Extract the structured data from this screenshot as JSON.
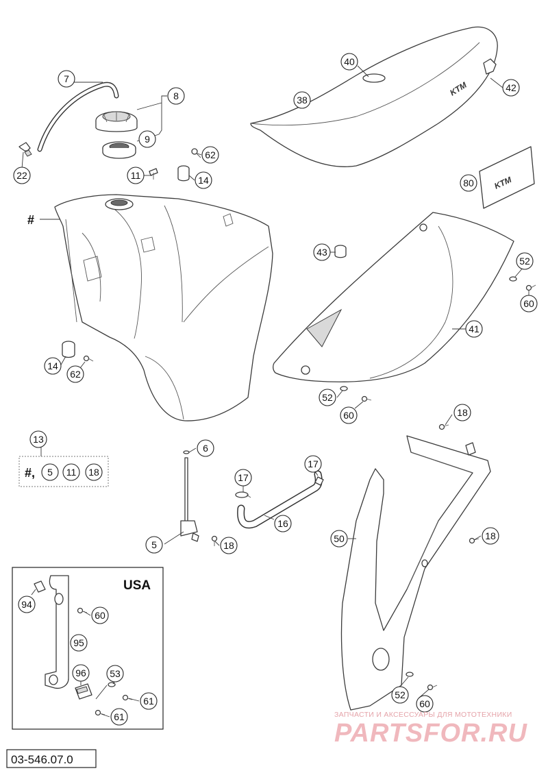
{
  "diagram": {
    "code": "03-546.07.0",
    "usa_label": "USA",
    "group_label": "#",
    "kit_contents": [
      "#,",
      "5",
      "11",
      "18"
    ],
    "logo_text": "KTM"
  },
  "callouts": [
    {
      "id": "c7",
      "label": "7"
    },
    {
      "id": "c8",
      "label": "8"
    },
    {
      "id": "c9",
      "label": "9"
    },
    {
      "id": "c22",
      "label": "22"
    },
    {
      "id": "c11",
      "label": "11"
    },
    {
      "id": "c62a",
      "label": "62"
    },
    {
      "id": "c14a",
      "label": "14"
    },
    {
      "id": "c40",
      "label": "40"
    },
    {
      "id": "c42",
      "label": "42"
    },
    {
      "id": "c38",
      "label": "38"
    },
    {
      "id": "c80",
      "label": "80"
    },
    {
      "id": "c43",
      "label": "43"
    },
    {
      "id": "c52a",
      "label": "52"
    },
    {
      "id": "c60a",
      "label": "60"
    },
    {
      "id": "c41",
      "label": "41"
    },
    {
      "id": "c14b",
      "label": "14"
    },
    {
      "id": "c62b",
      "label": "62"
    },
    {
      "id": "c52b",
      "label": "52"
    },
    {
      "id": "c60b",
      "label": "60"
    },
    {
      "id": "c13",
      "label": "13"
    },
    {
      "id": "c6",
      "label": "6"
    },
    {
      "id": "c17a",
      "label": "17"
    },
    {
      "id": "c17b",
      "label": "17"
    },
    {
      "id": "c18a",
      "label": "18"
    },
    {
      "id": "c16",
      "label": "16"
    },
    {
      "id": "c5",
      "label": "5"
    },
    {
      "id": "c18b",
      "label": "18"
    },
    {
      "id": "c50",
      "label": "50"
    },
    {
      "id": "c18c",
      "label": "18"
    },
    {
      "id": "c94",
      "label": "94"
    },
    {
      "id": "c60c",
      "label": "60"
    },
    {
      "id": "c95",
      "label": "95"
    },
    {
      "id": "c96",
      "label": "96"
    },
    {
      "id": "c53",
      "label": "53"
    },
    {
      "id": "c61a",
      "label": "61"
    },
    {
      "id": "c61b",
      "label": "61"
    },
    {
      "id": "c52c",
      "label": "52"
    },
    {
      "id": "c60d",
      "label": "60"
    }
  ],
  "watermark": {
    "brand": "PARTSFOR.RU",
    "subtitle": "ЗАПЧАСТИ И АКСЕССУАРЫ ДЛЯ МОТОТЕХНИКИ",
    "color": "#f0b8bd"
  }
}
